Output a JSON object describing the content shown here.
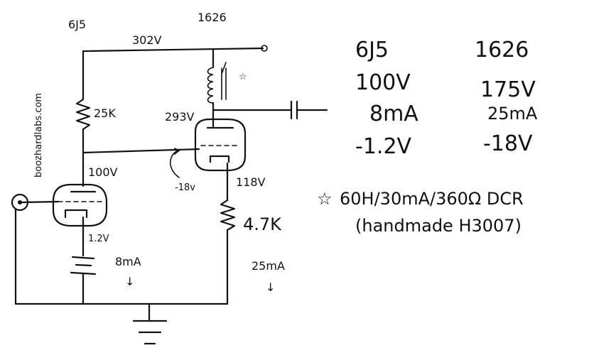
{
  "schematic": {
    "tube1_label": "6J5",
    "tube2_label": "1626",
    "b_plus": "302V",
    "plate_resistor": "25K",
    "tube2_plate_voltage": "293V",
    "tube1_plate_voltage": "100V",
    "grid_bias": "-18v",
    "tube2_cathode_voltage": "118V",
    "cathode_resistor": "4.7K",
    "tube1_cathode_voltage": "1.2V",
    "tube1_current": "8mA",
    "tube2_current": "25mA",
    "choke_marker": "☆",
    "arrow": "↓",
    "watermark": "boozhardlabs.com"
  },
  "table": {
    "col1": {
      "header": "6J5",
      "plate_voltage": "100V",
      "current": "8mA",
      "bias": "-1.2V"
    },
    "col2": {
      "header": "1626",
      "plate_voltage": "175V",
      "current": "25mA",
      "bias": "-18V"
    }
  },
  "note": {
    "marker": "☆",
    "line1": "60H/30mA/360Ω DCR",
    "line2": "(handmade H3007)"
  }
}
